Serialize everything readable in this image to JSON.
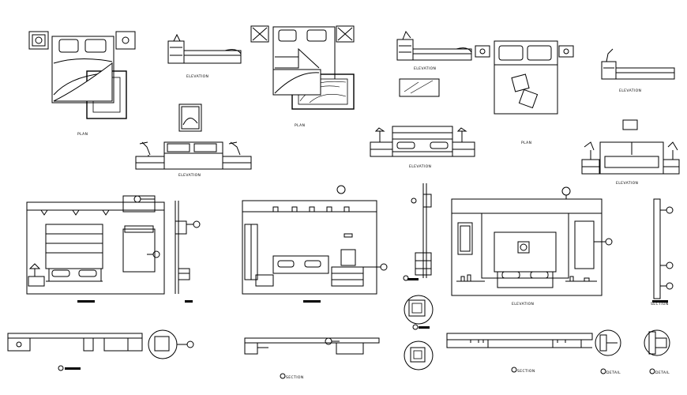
{
  "labels": {
    "plan_1": "PLAN",
    "elevation_1": "ELEVATION",
    "elevation_2": "ELEVATION",
    "plan_2": "PLAN",
    "elevation_3": "ELEVATION",
    "elevation_4": "ELEVATION",
    "plan_3": "PLAN",
    "elevation_5": "ELEVATION",
    "elevation_6": "ELEVATION",
    "elevation_7": "ELEVATION",
    "section_1": "SECTION",
    "section_2": "SECTION",
    "section_3": "SECTION",
    "detail_1": "DETAIL",
    "detail_2": "DETAIL"
  }
}
